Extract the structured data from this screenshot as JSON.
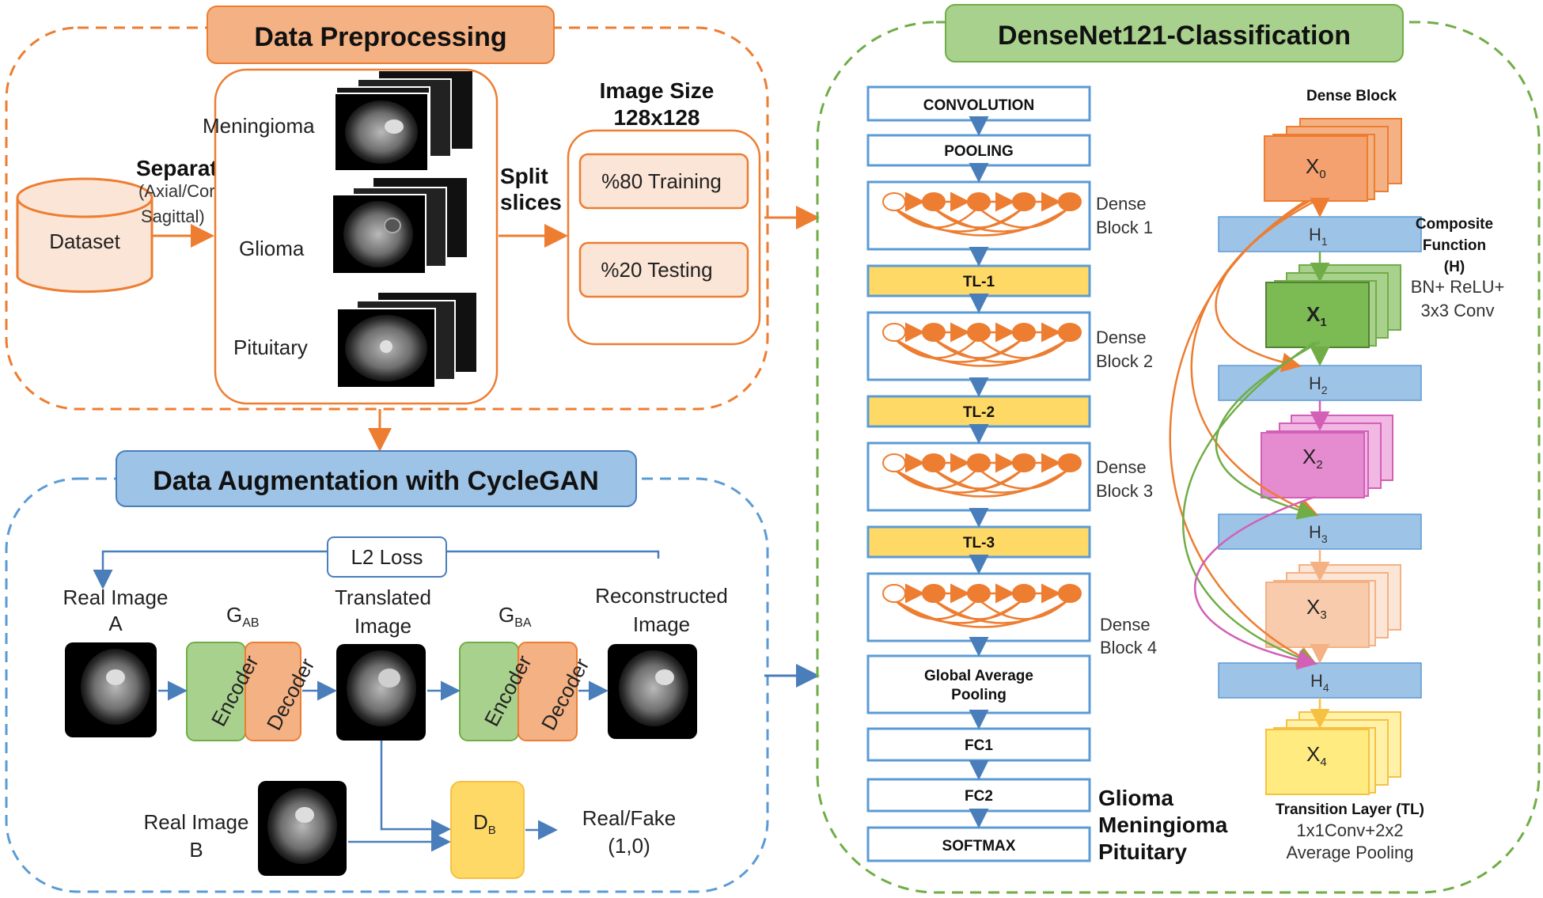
{
  "preprocessing": {
    "title": "Data Preprocessing",
    "dataset": "Dataset",
    "separate_line1": "Separate slices",
    "separate_line2": "(Axial/Coronel/",
    "separate_line3": "Sagittal)",
    "classes": [
      "Meningioma",
      "Glioma",
      "Pituitary"
    ],
    "split_line1": "Split",
    "split_line2": "slices",
    "image_size_line1": "Image Size",
    "image_size_line2": "128x128",
    "training": "%80 Training",
    "testing": "%20 Testing"
  },
  "augmentation": {
    "title": "Data Augmentation with CycleGAN",
    "l2_loss": "L2 Loss",
    "real_a_line1": "Real Image",
    "real_a_line2": "A",
    "g_ab": "G",
    "g_ab_sub": "AB",
    "translated_line1": "Translated",
    "translated_line2": "Image",
    "g_ba": "G",
    "g_ba_sub": "BA",
    "reconstructed_line1": "Reconstructed",
    "reconstructed_line2": "Image",
    "encoder": "Encoder",
    "decoder": "Decoder",
    "real_b_line1": "Real Image",
    "real_b_line2": "B",
    "d_b": "D",
    "d_b_sub": "B",
    "realfake_line1": "Real/Fake",
    "realfake_line2": "(1,0)"
  },
  "densenet": {
    "title": "DenseNet121-Classification",
    "layers": [
      "CONVOLUTION",
      "POOLING",
      "TL-1",
      "TL-2",
      "TL-3",
      "FC1",
      "FC2",
      "SOFTMAX"
    ],
    "gap_line1": "Global Average",
    "gap_line2": "Pooling",
    "dense_label": "Dense",
    "block_labels": [
      "Block 1",
      "Block 2",
      "Block 3",
      "Block 4"
    ],
    "outputs": [
      "Glioma",
      "Meningioma",
      "Pituitary"
    ],
    "dense_block_title": "Dense Block",
    "x_labels": [
      "X",
      "X",
      "X",
      "X",
      "X"
    ],
    "x_subs": [
      "0",
      "1",
      "2",
      "3",
      "4"
    ],
    "h_labels": [
      "H",
      "H",
      "H",
      "H"
    ],
    "h_subs": [
      "1",
      "2",
      "3",
      "4"
    ],
    "composite_line1": "Composite",
    "composite_line2": "Function",
    "composite_line3": "(H)",
    "composite_line4": "BN+ ReLU+",
    "composite_line5": "3x3 Conv",
    "transition_line1": "Transition Layer (TL)",
    "transition_line2": "1x1Conv+2x2",
    "transition_line3": "Average Pooling"
  },
  "colors": {
    "orange": "#ED7D31",
    "orange_fill": "#F4B183",
    "peach": "#FBE5D6",
    "blue": "#5B9BD5",
    "blue_fill": "#9DC3E6",
    "green": "#70AD47",
    "green_fill": "#A9D18E",
    "yellow": "#FFD966",
    "pink": "#E58BD0"
  }
}
